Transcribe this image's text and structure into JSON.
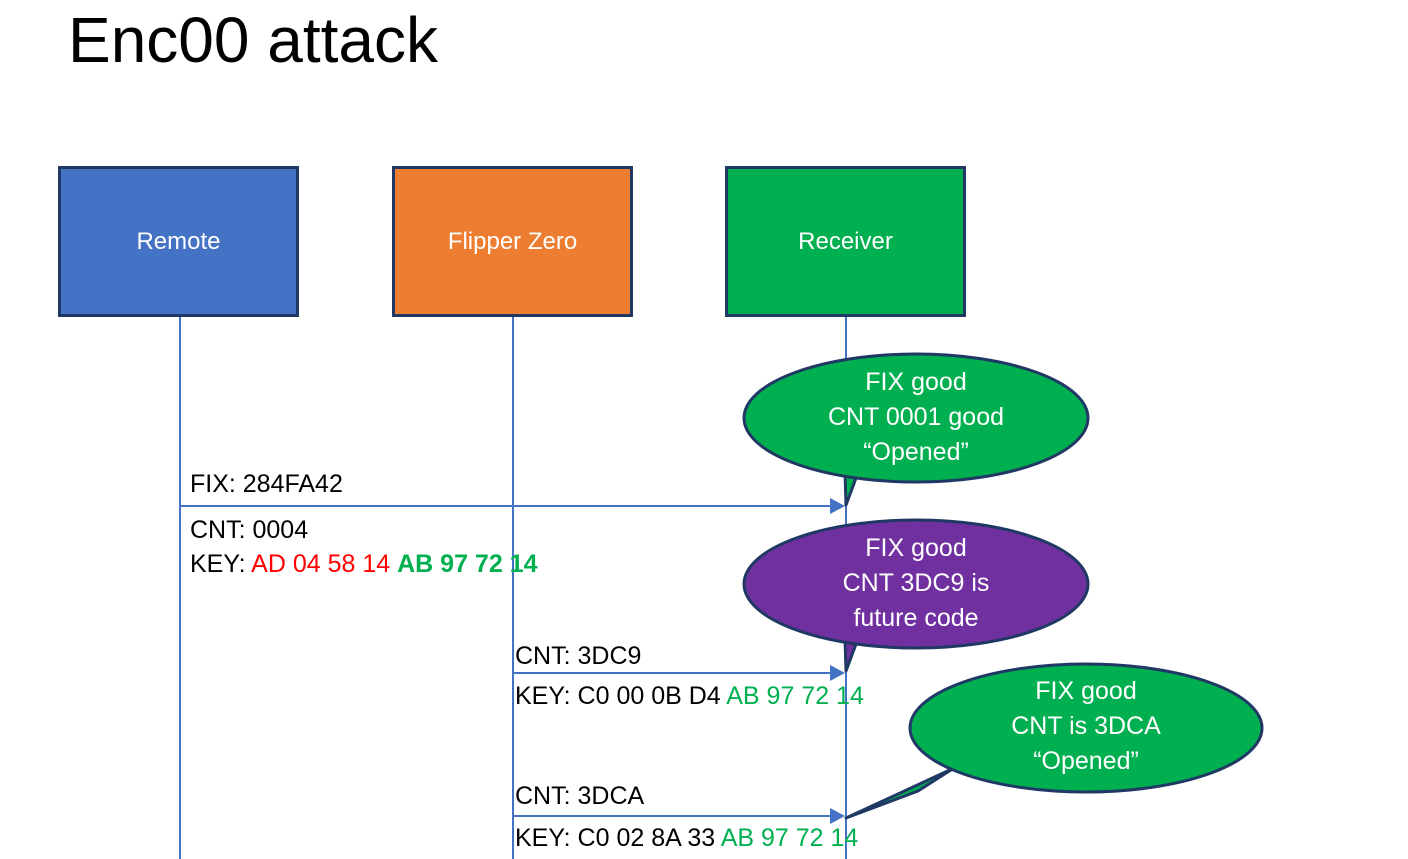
{
  "slide": {
    "title": "Enc00 attack",
    "background": "#ffffff"
  },
  "colors": {
    "remote_blue": "#4472C4",
    "flipper_orange": "#ED7D31",
    "receiver_green": "#00B050",
    "future_purple": "#7030A0",
    "outline_navy": "#1F3864",
    "hex_red": "#FF0000",
    "hex_green": "#00B050",
    "text_black": "#000000"
  },
  "actors": [
    {
      "id": "remote",
      "label": "Remote",
      "fill": "#4472C4"
    },
    {
      "id": "flipper",
      "label": "Flipper Zero",
      "fill": "#ED7D31"
    },
    {
      "id": "receiver",
      "label": "Receiver",
      "fill": "#00B050"
    }
  ],
  "messages": [
    {
      "id": "msg1",
      "from": "remote",
      "to": "receiver",
      "fix_label": "FIX: 284FA42",
      "cnt_label": "CNT: 0004",
      "key_prefix": "KEY: ",
      "key_first_half": "AD 04 58 14 ",
      "key_second_half": "AB 97 72 14"
    },
    {
      "id": "msg2",
      "from": "flipper",
      "to": "receiver",
      "cnt_label": "CNT: 3DC9",
      "key_prefix": "KEY: C0 00 0B D4 ",
      "key_second_half": "AB 97 72 14"
    },
    {
      "id": "msg3",
      "from": "flipper",
      "to": "receiver",
      "cnt_label": "CNT: 3DCA",
      "key_prefix": "KEY: C0 02 8A 33 ",
      "key_second_half": "AB 97 72 14"
    }
  ],
  "callouts": [
    {
      "id": "callout1",
      "fill": "#00B050",
      "line1": "FIX good",
      "line2": "CNT 0001 good",
      "line3": "“Opened”"
    },
    {
      "id": "callout2",
      "fill": "#7030A0",
      "line1": "FIX good",
      "line2": "CNT 3DC9 is",
      "line3": "future code"
    },
    {
      "id": "callout3",
      "fill": "#00B050",
      "line1": "FIX good",
      "line2": "CNT is 3DCA",
      "line3": "“Opened”"
    }
  ]
}
